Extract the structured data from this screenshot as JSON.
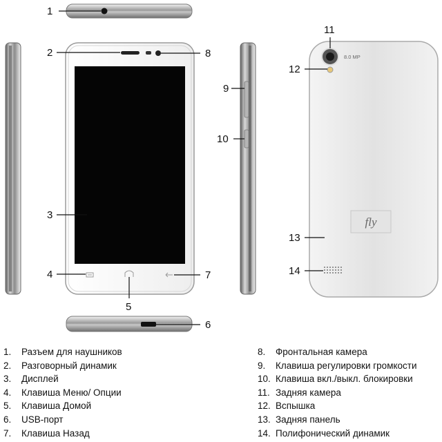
{
  "brand_logo": "fly",
  "camera_badge": "8.0 MP",
  "callouts": [
    "1",
    "2",
    "3",
    "4",
    "5",
    "6",
    "7",
    "8",
    "9",
    "10",
    "11",
    "12",
    "13",
    "14"
  ],
  "legend": {
    "left": [
      {
        "num": "1.",
        "text": "Разъем для наушников"
      },
      {
        "num": "2.",
        "text": "Разговорный динамик"
      },
      {
        "num": "3.",
        "text": "Дисплей"
      },
      {
        "num": "4.",
        "text": "Клавиша Меню/ Опции"
      },
      {
        "num": "5.",
        "text": "Клавиша Домой"
      },
      {
        "num": "6.",
        "text": "USB-порт"
      },
      {
        "num": "7.",
        "text": "Клавиша Назад"
      }
    ],
    "right": [
      {
        "num": "8.",
        "text": "Фронтальная камера"
      },
      {
        "num": "9.",
        "text": "Клавиша регулировки громкости"
      },
      {
        "num": "10.",
        "text": "Клавиша вкл./выкл. блокировки"
      },
      {
        "num": "11.",
        "text": "Задняя камера"
      },
      {
        "num": "12.",
        "text": "Вспышка"
      },
      {
        "num": "13.",
        "text": "Задняя панель"
      },
      {
        "num": "14.",
        "text": "Полифонический динамик"
      }
    ]
  }
}
